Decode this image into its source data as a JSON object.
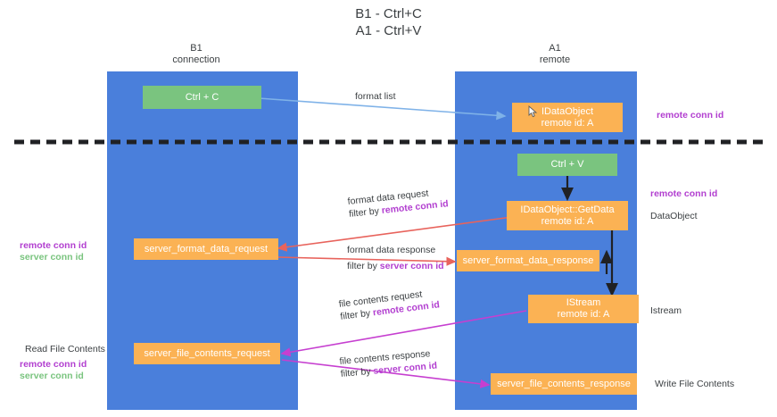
{
  "title": "B1 - Ctrl+C\nA1 - Ctrl+V",
  "lanes": [
    {
      "id": "b1",
      "header": "B1\nconnection"
    },
    {
      "id": "a1",
      "header": "A1\nremote"
    }
  ],
  "nodes": [
    {
      "id": "ctrl-c",
      "label": "Ctrl + C",
      "color": "green"
    },
    {
      "id": "idataobject",
      "label": "IDataObject\nremote id: A",
      "color": "orange"
    },
    {
      "id": "ctrl-v",
      "label": "Ctrl + V",
      "color": "green"
    },
    {
      "id": "idataobject-getdata",
      "label": "IDataObject::GetData\nremote id: A",
      "color": "orange"
    },
    {
      "id": "server-format-data-request",
      "label": "server_format_data_request",
      "color": "orange"
    },
    {
      "id": "server-format-data-response",
      "label": "server_format_data_response",
      "color": "orange"
    },
    {
      "id": "istream",
      "label": "IStream\nremote id: A",
      "color": "orange"
    },
    {
      "id": "server-file-contents-request",
      "label": "server_file_contents_request",
      "color": "orange"
    },
    {
      "id": "server-file-contents-response",
      "label": "server_file_contents_response",
      "color": "orange"
    }
  ],
  "edge_labels": [
    {
      "id": "format-list",
      "line1": "format list",
      "line2": "",
      "accent": ""
    },
    {
      "id": "format-data-request",
      "line1": "format data request",
      "line2_prefix": "filter by ",
      "line2_accent": "remote conn id"
    },
    {
      "id": "format-data-response",
      "line1": "format data response",
      "line2_prefix": "filter by ",
      "line2_accent": "server conn id"
    },
    {
      "id": "file-contents-request",
      "line1": "file contents request",
      "line2_prefix": "filter by ",
      "line2_accent": "remote conn id"
    },
    {
      "id": "file-contents-response",
      "line1": "file contents response",
      "line2_prefix": "filter by ",
      "line2_accent": "server conn id"
    }
  ],
  "annotations": {
    "right_remote_conn_id_top": "remote conn id",
    "right_remote_conn_id_mid": "remote conn id",
    "right_dataobject": "DataObject",
    "right_istream": "Istream",
    "right_write_file_contents": "Write File Contents",
    "left_remote_conn_id": "remote conn id",
    "left_server_conn_id": "server conn id",
    "left_read_file_contents": "Read File Contents",
    "left_remote_conn_id2": "remote conn id",
    "left_server_conn_id2": "server conn id"
  },
  "colors": {
    "lane": "#4a7fdb",
    "green": "#7ac47f",
    "orange": "#fbb254",
    "remote_conn_id": "#b23fd0",
    "server_conn_id": "#7ac47f",
    "arrow_blue": "#7fb2e8",
    "arrow_red": "#e8635c",
    "arrow_magenta": "#c63fd0",
    "arrow_black": "#202124",
    "text": "#3c4043",
    "background": "#ffffff"
  }
}
